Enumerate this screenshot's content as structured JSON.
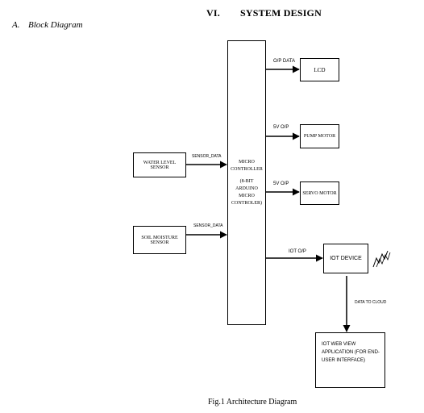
{
  "section": {
    "number": "VI.",
    "title": "SYSTEM DESIGN"
  },
  "subsection": {
    "label": "A.",
    "title": "Block Diagram"
  },
  "blocks": {
    "water_sensor": "WATER LEVEL SENSOR",
    "soil_sensor_line1": "SOIL MOISTURE",
    "soil_sensor_line2": "SENSOR",
    "mcu_lines": [
      "MICRO",
      "CONTROLLER",
      "(8-BIT",
      "ARDUINO",
      "MICRO",
      "CONTROLER)"
    ],
    "lcd": "LCD",
    "pump": "PUMP MOTOR",
    "servo": "SERVO MOTOR",
    "iot_device": "IOT DEVICE",
    "web_lines": [
      "IOT WEB VIEW",
      "APPLICATION (FOR END-",
      "USER INTERFACE)"
    ]
  },
  "connections": {
    "sensor_data_1": "SENSOR_DATA",
    "sensor_data_2": "SENSOR_DATA",
    "op_data": "O/P DATA",
    "pump_signal": "5V O/P",
    "servo_signal": "5V O/P",
    "iot_op": "IOT O/P",
    "cloud": "DATA TO CLOUD"
  },
  "caption": "Fig.1 Architecture Diagram",
  "colors": {
    "line": "#000000",
    "background": "#ffffff"
  }
}
